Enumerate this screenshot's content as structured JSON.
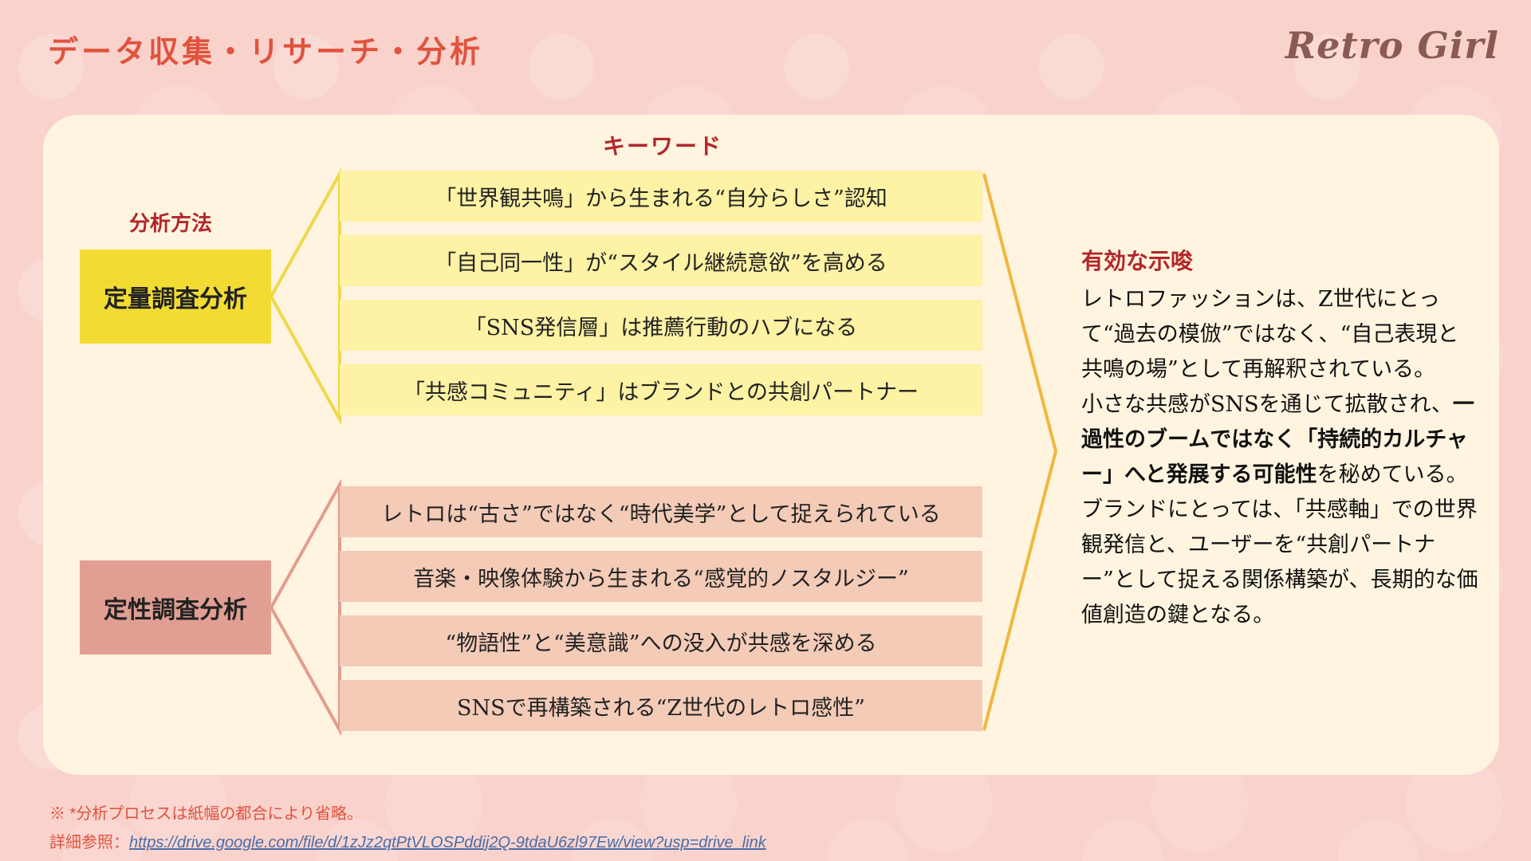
{
  "title": "データ収集・リサーチ・分析",
  "logo": "Retro Girl",
  "keyword_heading": "キーワード",
  "method_heading": "分析方法",
  "methods": {
    "quantitative": "定量調査分析",
    "qualitative": "定性調査分析"
  },
  "quantitative_keywords": [
    "「世界観共鳴」から生まれる“自分らしさ”認知",
    "「自己同一性」が“スタイル継続意欲”を高める",
    "「SNS発信層」は推薦行動のハブになる",
    "「共感コミュニティ」はブランドとの共創パートナー"
  ],
  "qualitative_keywords": [
    "レトロは“古さ”ではなく“時代美学”として捉えられている",
    "音楽・映像体験から生まれる“感覚的ノスタルジー”",
    "“物語性”と“美意識”への没入が共感を深める",
    "SNSで再構築される“Z世代のレトロ感性”"
  ],
  "implication": {
    "title": "有効な示唆",
    "p1": "レトロファッションは、Z世代にとって“過去の模倣”ではなく、“自己表現と共鳴の場”として再解釈されている。",
    "p2_pre": "小さな共感がSNSを通じて拡散され、",
    "p2_bold": "一過性のブームではなく「持続的カルチャー」へと発展する可能性",
    "p2_post": "を秘めている。",
    "p3": "ブランドにとっては、「共感軸」での世界観発信と、ユーザーを“共創パートナー”として捉える関係構築が、長期的な価値創造の鍵となる。"
  },
  "footnote": "※ *分析プロセスは紙幅の都合により省略。",
  "reference_label": "詳細参照：",
  "reference_url": "https://drive.google.com/file/d/1zJz2qtPtVLOSPddij2Q-9tdaU6zl97Ew/view?usp=drive_link",
  "colors": {
    "background": "#f9d2cc",
    "panel": "#fff4df",
    "accent_red": "#b3262a",
    "title_orange": "#e0533d",
    "yellow_box": "#f2dc34",
    "pink_box": "#e19e92"
  }
}
